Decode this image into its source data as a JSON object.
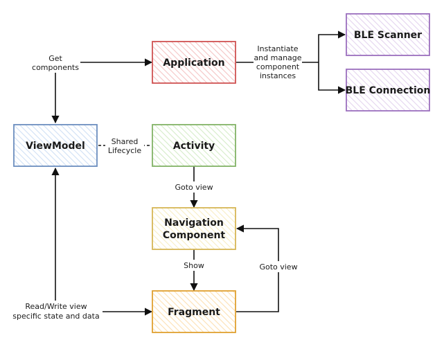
{
  "nodes": {
    "application": {
      "label": "Application",
      "color": "#d05252"
    },
    "ble_scanner": {
      "label": "BLE Scanner",
      "color": "#9b6fbe"
    },
    "ble_connection": {
      "label": "BLE Connection",
      "color": "#9b6fbe"
    },
    "viewmodel": {
      "label": "ViewModel",
      "color": "#6c8ebf"
    },
    "activity": {
      "label": "Activity",
      "color": "#82b366"
    },
    "navigation": {
      "label_line1": "Navigation",
      "label_line2": "Component",
      "color": "#d6b656"
    },
    "fragment": {
      "label": "Fragment",
      "color": "#e0a030"
    }
  },
  "edges": {
    "get_components": {
      "line1": "Get",
      "line2": "components"
    },
    "instantiate": {
      "line1": "Instantiate",
      "line2": "and manage",
      "line3": "component",
      "line4": "instances"
    },
    "shared_lifecycle": {
      "line1": "Shared",
      "line2": "Lifecycle"
    },
    "goto_view_activity": {
      "label": "Goto view"
    },
    "show": {
      "label": "Show"
    },
    "goto_view_fragment": {
      "label": "Goto view"
    },
    "read_write": {
      "line1": "Read/Write view",
      "line2": "specific state and data"
    }
  }
}
